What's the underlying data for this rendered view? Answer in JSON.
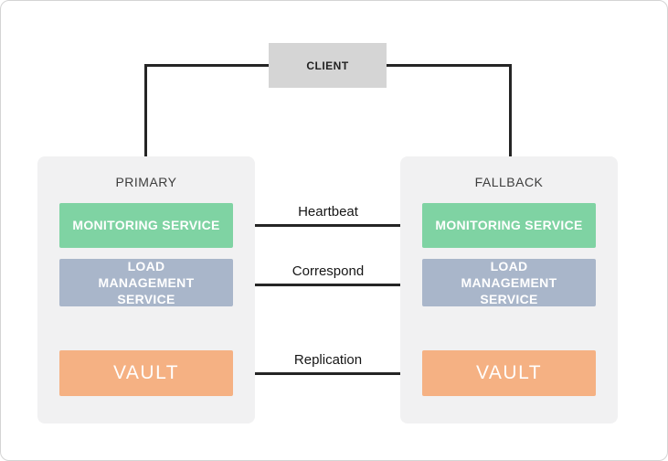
{
  "colors": {
    "client-bg": "#d5d5d5",
    "client-text": "#222222",
    "panel-bg": "#f1f1f2",
    "monitoring-bg": "#7fd3a3",
    "load-bg": "#a9b6ca",
    "vault-bg": "#f5b183",
    "line": "#252525",
    "title-text": "#3d3d3d",
    "label-text": "#161616",
    "box-text": "#ffffff"
  },
  "client": {
    "label": "CLIENT"
  },
  "panels": [
    {
      "title": "PRIMARY",
      "monitoring": "MONITORING SERVICE",
      "load": "LOAD MANAGEMENT SERVICE",
      "vault": "VAULT"
    },
    {
      "title": "FALLBACK",
      "monitoring": "MONITORING SERVICE",
      "load": "LOAD MANAGEMENT SERVICE",
      "vault": "VAULT"
    }
  ],
  "connections": [
    {
      "label": "Heartbeat"
    },
    {
      "label": "Correspond"
    },
    {
      "label": "Replication"
    }
  ]
}
